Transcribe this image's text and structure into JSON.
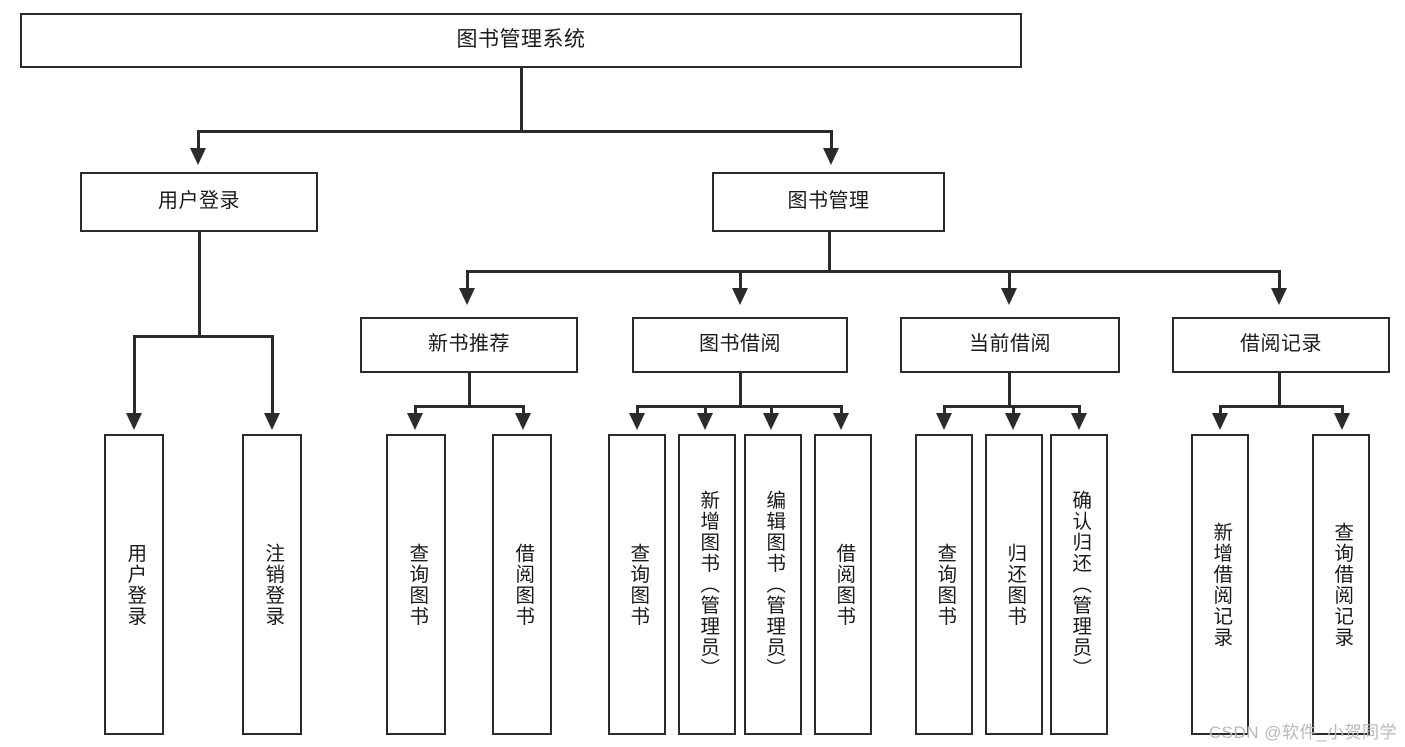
{
  "diagram": {
    "title": "图书管理系统",
    "type": "tree-hierarchy",
    "watermark": "CSDN @软件_小贺同学",
    "root": {
      "id": "root",
      "label": "图书管理系统"
    },
    "level2": [
      {
        "id": "user-login",
        "label": "用户登录"
      },
      {
        "id": "book-manage",
        "label": "图书管理"
      }
    ],
    "level3": [
      {
        "id": "new-book-rec",
        "label": "新书推荐"
      },
      {
        "id": "book-borrow",
        "label": "图书借阅"
      },
      {
        "id": "current-borrow",
        "label": "当前借阅"
      },
      {
        "id": "borrow-record",
        "label": "借阅记录"
      }
    ],
    "leaves": {
      "user_login": [
        {
          "id": "leaf-user-login",
          "label": "用户登录"
        },
        {
          "id": "leaf-logout",
          "label": "注销登录"
        }
      ],
      "new_book_rec": [
        {
          "id": "leaf-query-book-1",
          "label": "查询图书"
        },
        {
          "id": "leaf-borrow-book-1",
          "label": "借阅图书"
        }
      ],
      "book_borrow": [
        {
          "id": "leaf-query-book-2",
          "label": "查询图书"
        },
        {
          "id": "leaf-add-book",
          "label": "新增图书（管理员）"
        },
        {
          "id": "leaf-edit-book",
          "label": "编辑图书（管理员）"
        },
        {
          "id": "leaf-borrow-book-2",
          "label": "借阅图书"
        }
      ],
      "current_borrow": [
        {
          "id": "leaf-query-book-3",
          "label": "查询图书"
        },
        {
          "id": "leaf-return-book",
          "label": "归还图书"
        },
        {
          "id": "leaf-confirm-return",
          "label": "确认归还（管理员）"
        }
      ],
      "borrow_record": [
        {
          "id": "leaf-add-record",
          "label": "新增借阅记录"
        },
        {
          "id": "leaf-query-record",
          "label": "查询借阅记录"
        }
      ]
    },
    "colors": {
      "stroke": "#2b2b2b",
      "fill": "#ffffff",
      "text": "#1a1a1a",
      "watermark": "#b9b9b9"
    }
  }
}
